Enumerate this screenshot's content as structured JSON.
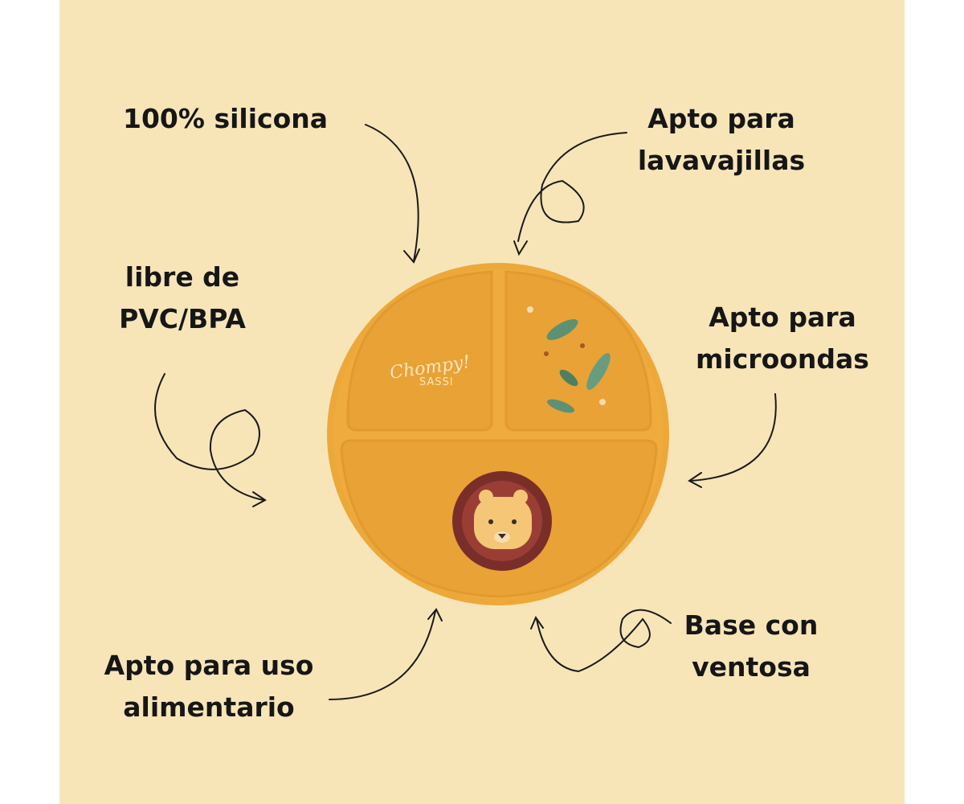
{
  "features": [
    {
      "lines": [
        "100% silicona"
      ]
    },
    {
      "lines": [
        "Apto para",
        "lavavajillas"
      ]
    },
    {
      "lines": [
        "libre de",
        "PVC/BPA"
      ]
    },
    {
      "lines": [
        "Apto para",
        "microondas"
      ]
    },
    {
      "lines": [
        "Apto para uso",
        "alimentario"
      ]
    },
    {
      "lines": [
        "Base con",
        "ventosa"
      ]
    }
  ],
  "product": {
    "logo_script": "Chompy!",
    "logo_brand": "SASSI"
  },
  "colors": {
    "background": "#f7e5b8",
    "plate": "#eda83a",
    "text": "#161616"
  }
}
